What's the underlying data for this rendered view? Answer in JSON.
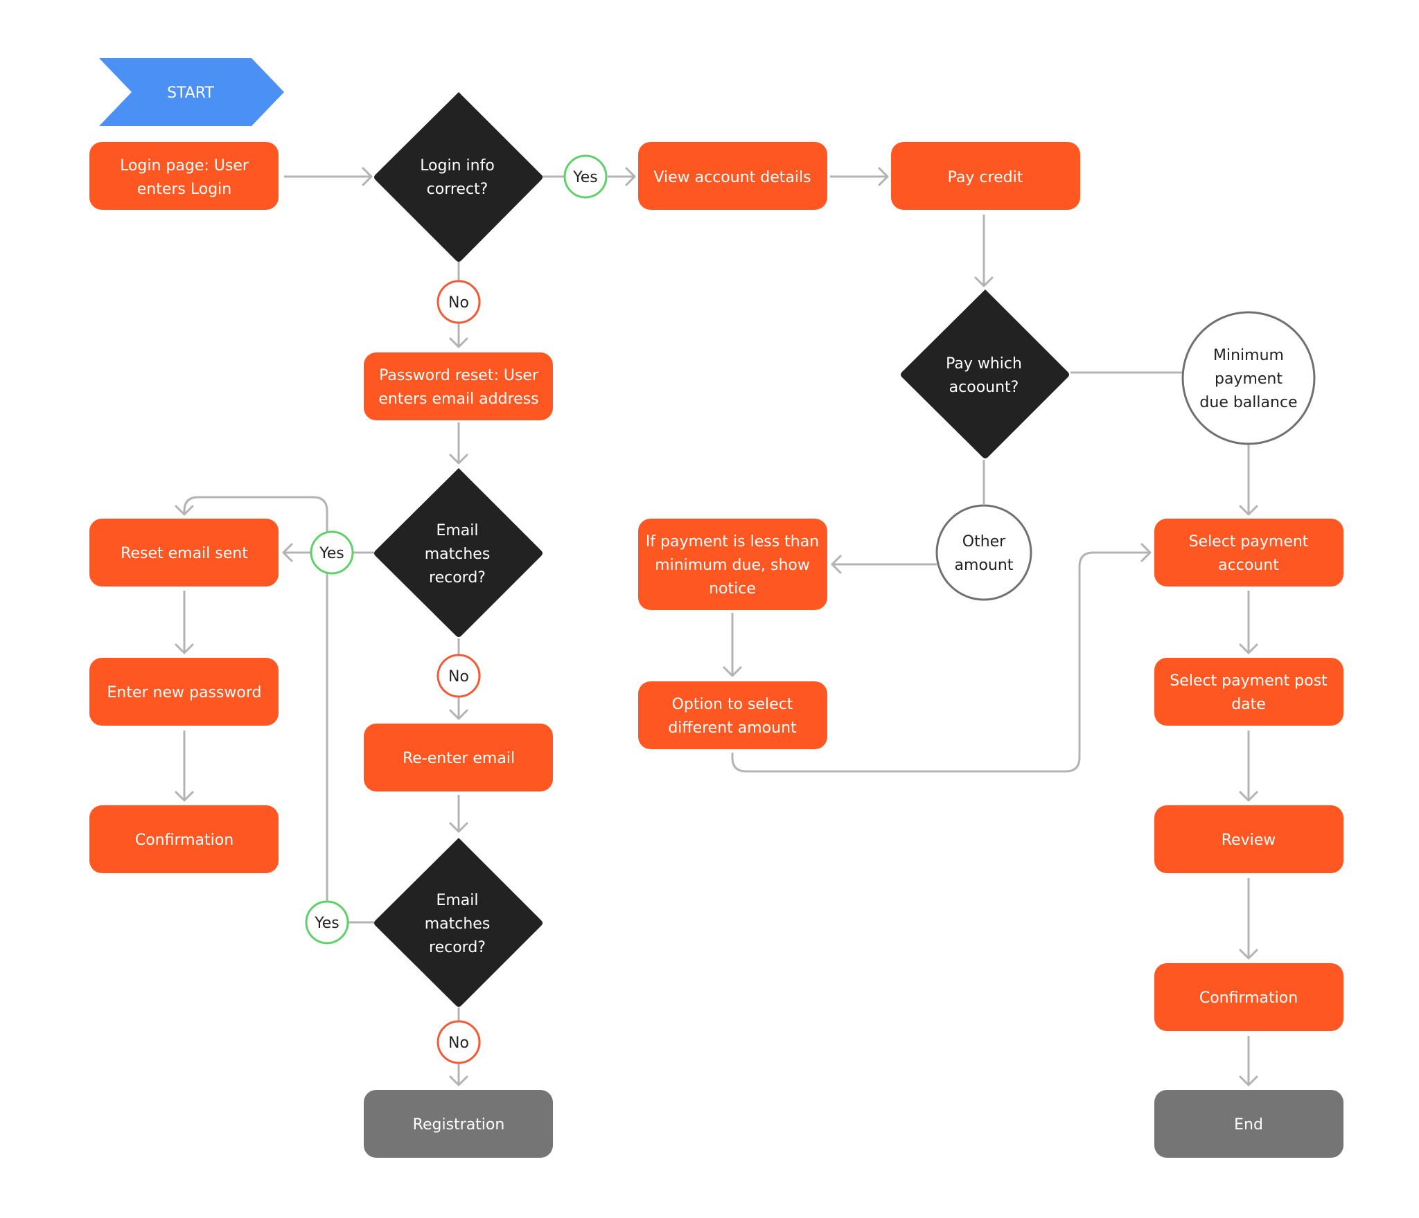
{
  "colors": {
    "process": "#ff5722",
    "decision": "#222222",
    "terminal": "#757575",
    "start": "#4a90f5",
    "yes": "#5fd16a",
    "no": "#f05a36",
    "line": "#b3b3b3",
    "circle_stroke": "#707070"
  },
  "start": {
    "label": "START"
  },
  "nodes": {
    "login_page": [
      "Login page: User",
      "enters Login"
    ],
    "login_correct": [
      "Login info",
      "correct?"
    ],
    "view_account": [
      "View account details"
    ],
    "pay_credit": [
      "Pay credit"
    ],
    "password_reset": [
      "Password reset: User",
      "enters email address"
    ],
    "email_match_1": [
      "Email",
      "matches",
      "record?"
    ],
    "reset_email_sent": [
      "Reset email sent"
    ],
    "enter_new_password": [
      "Enter new password"
    ],
    "confirmation_left": [
      "Confirmation"
    ],
    "reenter_email": [
      "Re-enter email"
    ],
    "email_match_2": [
      "Email",
      "matches",
      "record?"
    ],
    "registration": [
      "Registration"
    ],
    "pay_which": [
      "Pay which",
      "acoount?"
    ],
    "minimum_payment": [
      "Minimum",
      "payment",
      "due ballance"
    ],
    "other_amount": [
      "Other",
      "amount"
    ],
    "less_than_notice": [
      "If payment is less than",
      "minimum due, show",
      "notice"
    ],
    "select_different": [
      "Option to select",
      "different amount"
    ],
    "select_payment_account": [
      "Select payment",
      "account"
    ],
    "select_post_date": [
      "Select payment post",
      "date"
    ],
    "review": [
      "Review"
    ],
    "confirmation_right": [
      "Confirmation"
    ],
    "end": [
      "End"
    ]
  },
  "badges": {
    "yes_login": "Yes",
    "no_login": "No",
    "yes_email1": "Yes",
    "no_email1": "No",
    "yes_email2": "Yes",
    "no_email2": "No"
  }
}
